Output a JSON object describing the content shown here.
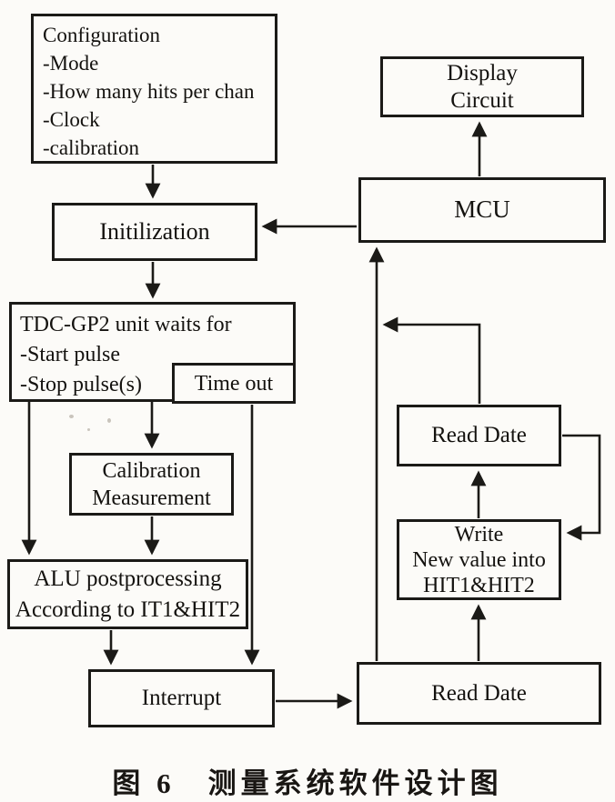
{
  "figure": {
    "caption": "图 6　测量系统软件设计图"
  },
  "nodes": {
    "configuration": {
      "lines": [
        "Configuration",
        "-Mode",
        "-How many hits per chan",
        "-Clock",
        "-calibration"
      ]
    },
    "display_circuit": {
      "lines": [
        "Display",
        "Circuit"
      ]
    },
    "initilization": {
      "label": "Initilization"
    },
    "mcu": {
      "label": "MCU"
    },
    "tdc_gp2": {
      "lines": [
        "TDC-GP2 unit waits for",
        "-Start pulse",
        "-Stop pulse(s)"
      ]
    },
    "time_out": {
      "label": "Time out"
    },
    "calibration_measurement": {
      "lines": [
        "Calibration",
        "Measurement"
      ]
    },
    "alu_postprocessing": {
      "lines": [
        "ALU postprocessing",
        "According to IT1&HIT2"
      ]
    },
    "interrupt": {
      "label": "Interrupt"
    },
    "read_date_top": {
      "label": "Read Date"
    },
    "write_new_value": {
      "lines": [
        "Write",
        "New value into",
        "HIT1&HIT2"
      ]
    },
    "read_date_bottom": {
      "label": "Read Date"
    }
  },
  "edges": [
    {
      "from": "configuration",
      "to": "initilization"
    },
    {
      "from": "mcu",
      "to": "initilization"
    },
    {
      "from": "initilization",
      "to": "tdc_gp2"
    },
    {
      "from": "tdc_gp2",
      "to": "calibration_measurement"
    },
    {
      "from": "tdc_gp2",
      "to": "alu_postprocessing"
    },
    {
      "from": "calibration_measurement",
      "to": "alu_postprocessing"
    },
    {
      "from": "time_out",
      "to": "interrupt"
    },
    {
      "from": "alu_postprocessing",
      "to": "interrupt"
    },
    {
      "from": "interrupt",
      "to": "read_date_bottom"
    },
    {
      "from": "read_date_bottom",
      "to": "mcu"
    },
    {
      "from": "read_date_bottom",
      "to": "write_new_value"
    },
    {
      "from": "write_new_value",
      "to": "read_date_top"
    },
    {
      "from": "read_date_top",
      "to": "write_new_value"
    },
    {
      "from": "read_date_top",
      "to": "mcu"
    },
    {
      "from": "mcu",
      "to": "display_circuit"
    }
  ],
  "colors": {
    "line": "#1b1a17",
    "text": "#14120f",
    "background": "#fcfbf8"
  }
}
